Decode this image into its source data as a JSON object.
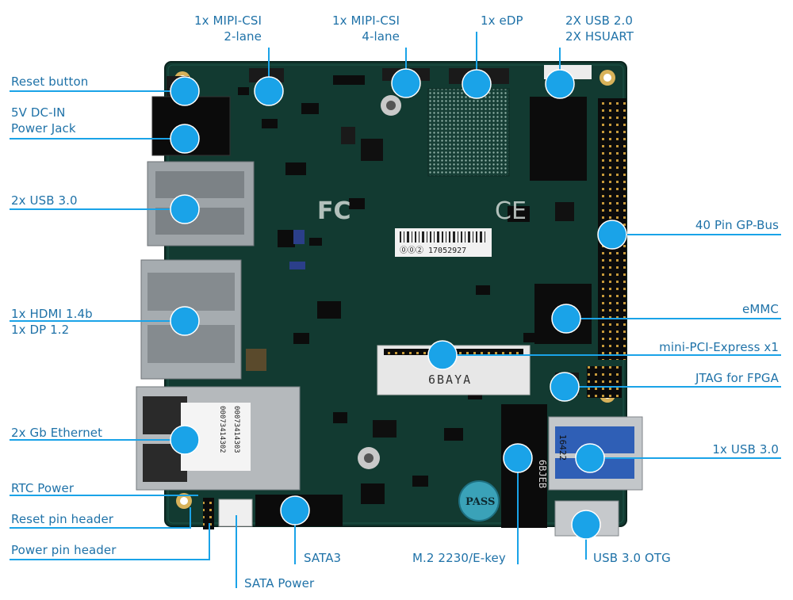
{
  "colors": {
    "label": "#1f72a8",
    "callout": "#1aa3e8",
    "line": "#1aa3e8",
    "board": "#123a31"
  },
  "labels": {
    "mipi2": [
      "1x MIPI-CSI",
      "2-lane"
    ],
    "mipi4": [
      "1x MIPI-CSI",
      "4-lane"
    ],
    "edp": "1x eDP",
    "usb2": [
      "2X USB 2.0",
      "2X HSUART"
    ],
    "reset_button": "Reset button",
    "dc_in": [
      "5V DC-IN",
      "Power Jack"
    ],
    "usb3_2x": "2x USB 3.0",
    "hdmi": [
      "1x HDMI 1.4b",
      "1x DP 1.2"
    ],
    "ethernet": "2x Gb Ethernet",
    "rtc": "RTC Power",
    "reset_pin": "Reset pin header",
    "power_pin": "Power pin header",
    "gpbus": "40 Pin GP-Bus",
    "emmc": "eMMC",
    "minipcie": "mini-PCI-Express x1",
    "jtag": "JTAG for FPGA",
    "usb3_1x": "1x USB 3.0",
    "usb_otg": "USB 3.0 OTG",
    "m2": "M.2 2230/E-key",
    "sata3": "SATA3",
    "sata_power": "SATA Power"
  },
  "board_text": {
    "barcode_number": "⓪⓪② 17052927",
    "pcie_label": "6BAYA",
    "m2_label": "6BJEB",
    "usb_label": "16422",
    "pass": "PASS",
    "eth_sticker_1": "00073414302",
    "eth_sticker_2": "00073414303",
    "fc_logo": "FC",
    "ce_logo": "CE"
  }
}
